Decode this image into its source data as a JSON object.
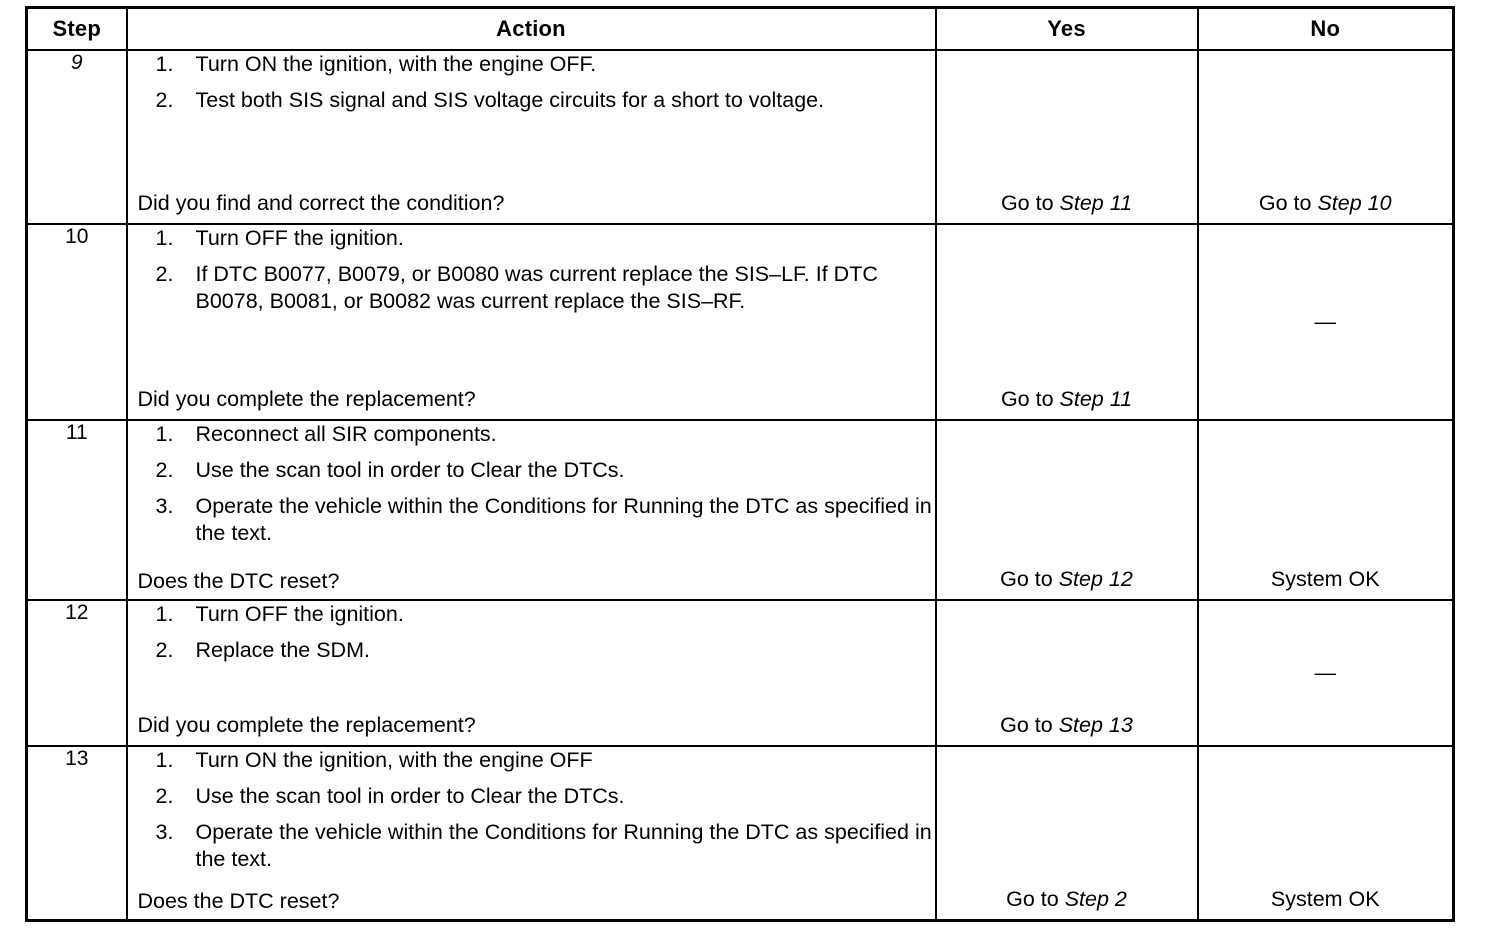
{
  "table": {
    "headers": {
      "step": "Step",
      "action": "Action",
      "yes": "Yes",
      "no": "No"
    },
    "rows": [
      {
        "step": "9",
        "step_italic": true,
        "items": [
          {
            "num": "1.",
            "text": "Turn ON the ignition, with the engine OFF."
          },
          {
            "num": "2.",
            "text": "Test both SIS signal and SIS voltage circuits for a short to voltage."
          }
        ],
        "question": "Did you find and correct the condition?",
        "yes": {
          "prefix": "Go to ",
          "emphasis": "Step 11"
        },
        "no": {
          "prefix": "Go to ",
          "emphasis": "Step 10"
        }
      },
      {
        "step": "10",
        "step_italic": false,
        "items": [
          {
            "num": "1.",
            "text": "Turn OFF the ignition."
          },
          {
            "num": "2.",
            "text": "If DTC B0077, B0079, or B0080 was current replace the SIS–LF. If DTC B0078, B0081, or B0082 was current replace the SIS–RF."
          }
        ],
        "question": "Did you complete the replacement?",
        "yes": {
          "prefix": "Go to ",
          "emphasis": "Step 11"
        },
        "no": {
          "dash": "—"
        }
      },
      {
        "step": "11",
        "step_italic": false,
        "items": [
          {
            "num": "1.",
            "text": "Reconnect all SIR components."
          },
          {
            "num": "2.",
            "text": "Use the scan tool in order to Clear the DTCs."
          },
          {
            "num": "3.",
            "text": "Operate the vehicle within the Conditions for Running the DTC as specified in the text."
          }
        ],
        "question": "Does the DTC reset?",
        "yes": {
          "prefix": "Go to ",
          "emphasis": "Step 12"
        },
        "no": {
          "plain": "System OK"
        }
      },
      {
        "step": "12",
        "step_italic": false,
        "items": [
          {
            "num": "1.",
            "text": "Turn OFF the ignition."
          },
          {
            "num": "2.",
            "text": "Replace the SDM."
          }
        ],
        "question": "Did you complete the replacement?",
        "yes": {
          "prefix": "Go to ",
          "emphasis": "Step 13"
        },
        "no": {
          "dash": "—"
        }
      },
      {
        "step": "13",
        "step_italic": false,
        "items": [
          {
            "num": "1.",
            "text": "Turn ON the ignition, with the engine OFF"
          },
          {
            "num": "2.",
            "text": "Use the scan tool in order to Clear the DTCs."
          },
          {
            "num": "3.",
            "text": "Operate the vehicle within the Conditions for Running the DTC as specified in the text."
          }
        ],
        "question": "Does the DTC reset?",
        "yes": {
          "prefix": "Go to ",
          "emphasis": "Step 2"
        },
        "no": {
          "plain": "System OK"
        }
      }
    ]
  }
}
